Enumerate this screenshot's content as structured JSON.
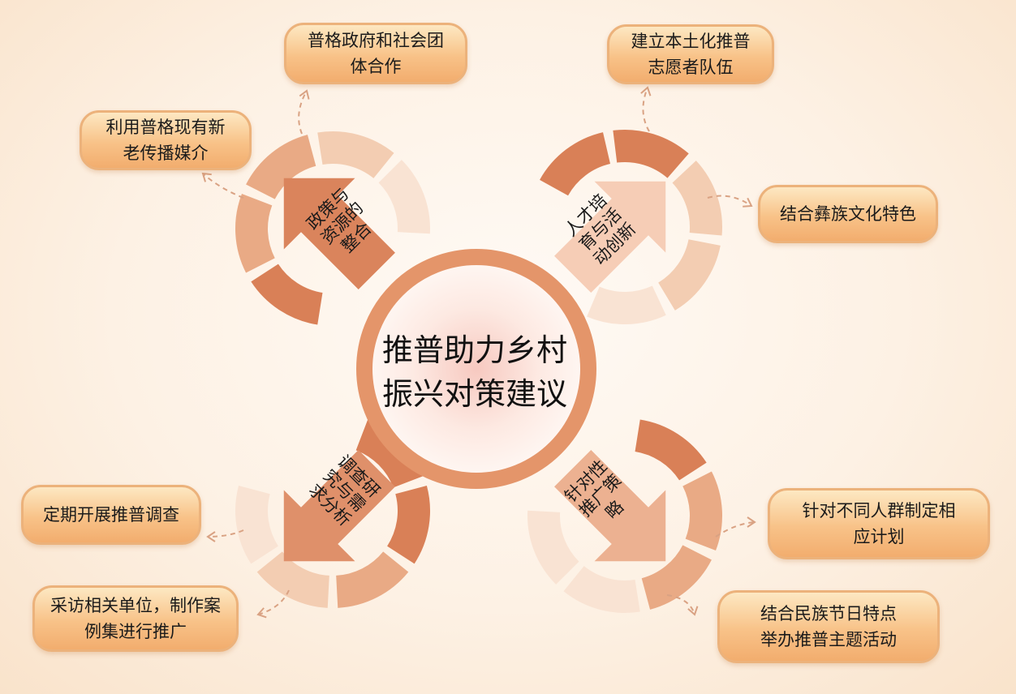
{
  "center": {
    "line1": "推普助力乡村",
    "line2": "振兴对策建议"
  },
  "categories": [
    {
      "line1": "政策与",
      "line2": "资源的",
      "line3": "整合"
    },
    {
      "line1": "人才培",
      "line2": "育与活",
      "line3": "动创新"
    },
    {
      "line1": "调查研",
      "line2": "究与需",
      "line3": "求分析"
    },
    {
      "line1": "针对性",
      "line2": "推广策",
      "line3": "略"
    }
  ],
  "items": {
    "tl_top": {
      "line1": "普格政府和社会团",
      "line2": "体合作"
    },
    "tl_left": {
      "line1": "利用普格现有新",
      "line2": "老传播媒介"
    },
    "tr_top": {
      "line1": "建立本土化推普",
      "line2": "志愿者队伍"
    },
    "tr_right": {
      "line1": "结合彝族文化特色"
    },
    "bl_top": {
      "line1": "定期开展推普调查"
    },
    "bl_bottom": {
      "line1": "采访相关单位，制作案",
      "line2": "例集进行推广"
    },
    "br_top": {
      "line1": "针对不同人群制定相",
      "line2": "应计划"
    },
    "br_bottom": {
      "line1": "结合民族节日特点",
      "line2": "举办推普主题活动"
    }
  },
  "colors": {
    "ring": "#e4956a",
    "dark_segment": "#d98057",
    "mid_segment": "#e9aa85",
    "light_segment": "#f3cdb2",
    "pale_segment": "#f9e3d3",
    "pill_border": "#ecb27b",
    "arrow_dash": "#d9a283"
  }
}
